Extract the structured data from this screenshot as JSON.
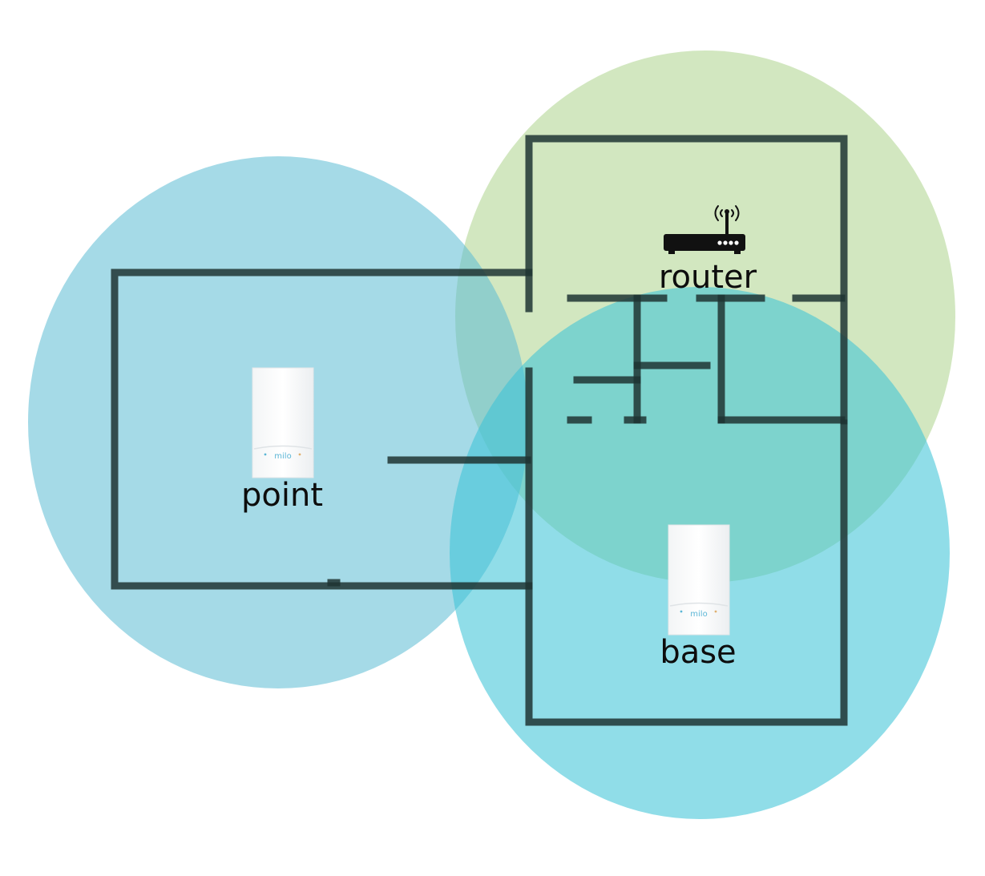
{
  "labels": {
    "router": "router",
    "point": "point",
    "base": "base"
  },
  "device_brand": "milo",
  "colors": {
    "router_coverage": "#c6e2b0",
    "point_coverage": "#7fcbdb",
    "base_coverage": "#6cd3e0",
    "wall": "#2a3d3a",
    "device_body": "#ffffff",
    "device_accent": "#5bb6d6",
    "router_icon": "#111111"
  },
  "icons": {
    "router": "router-icon",
    "point_device": "milo-device-icon",
    "base_device": "milo-device-icon"
  }
}
